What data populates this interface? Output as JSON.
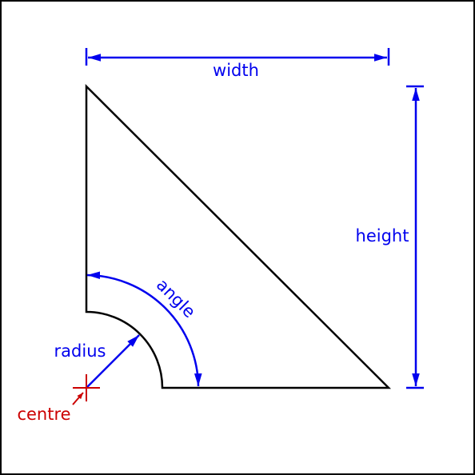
{
  "labels": {
    "width": "width",
    "height": "height",
    "angle": "angle",
    "radius": "radius",
    "centre": "centre"
  },
  "colors": {
    "outline": "#000000",
    "dimension": "#0000ee",
    "centre": "#cc0000",
    "background": "#ffffff"
  }
}
